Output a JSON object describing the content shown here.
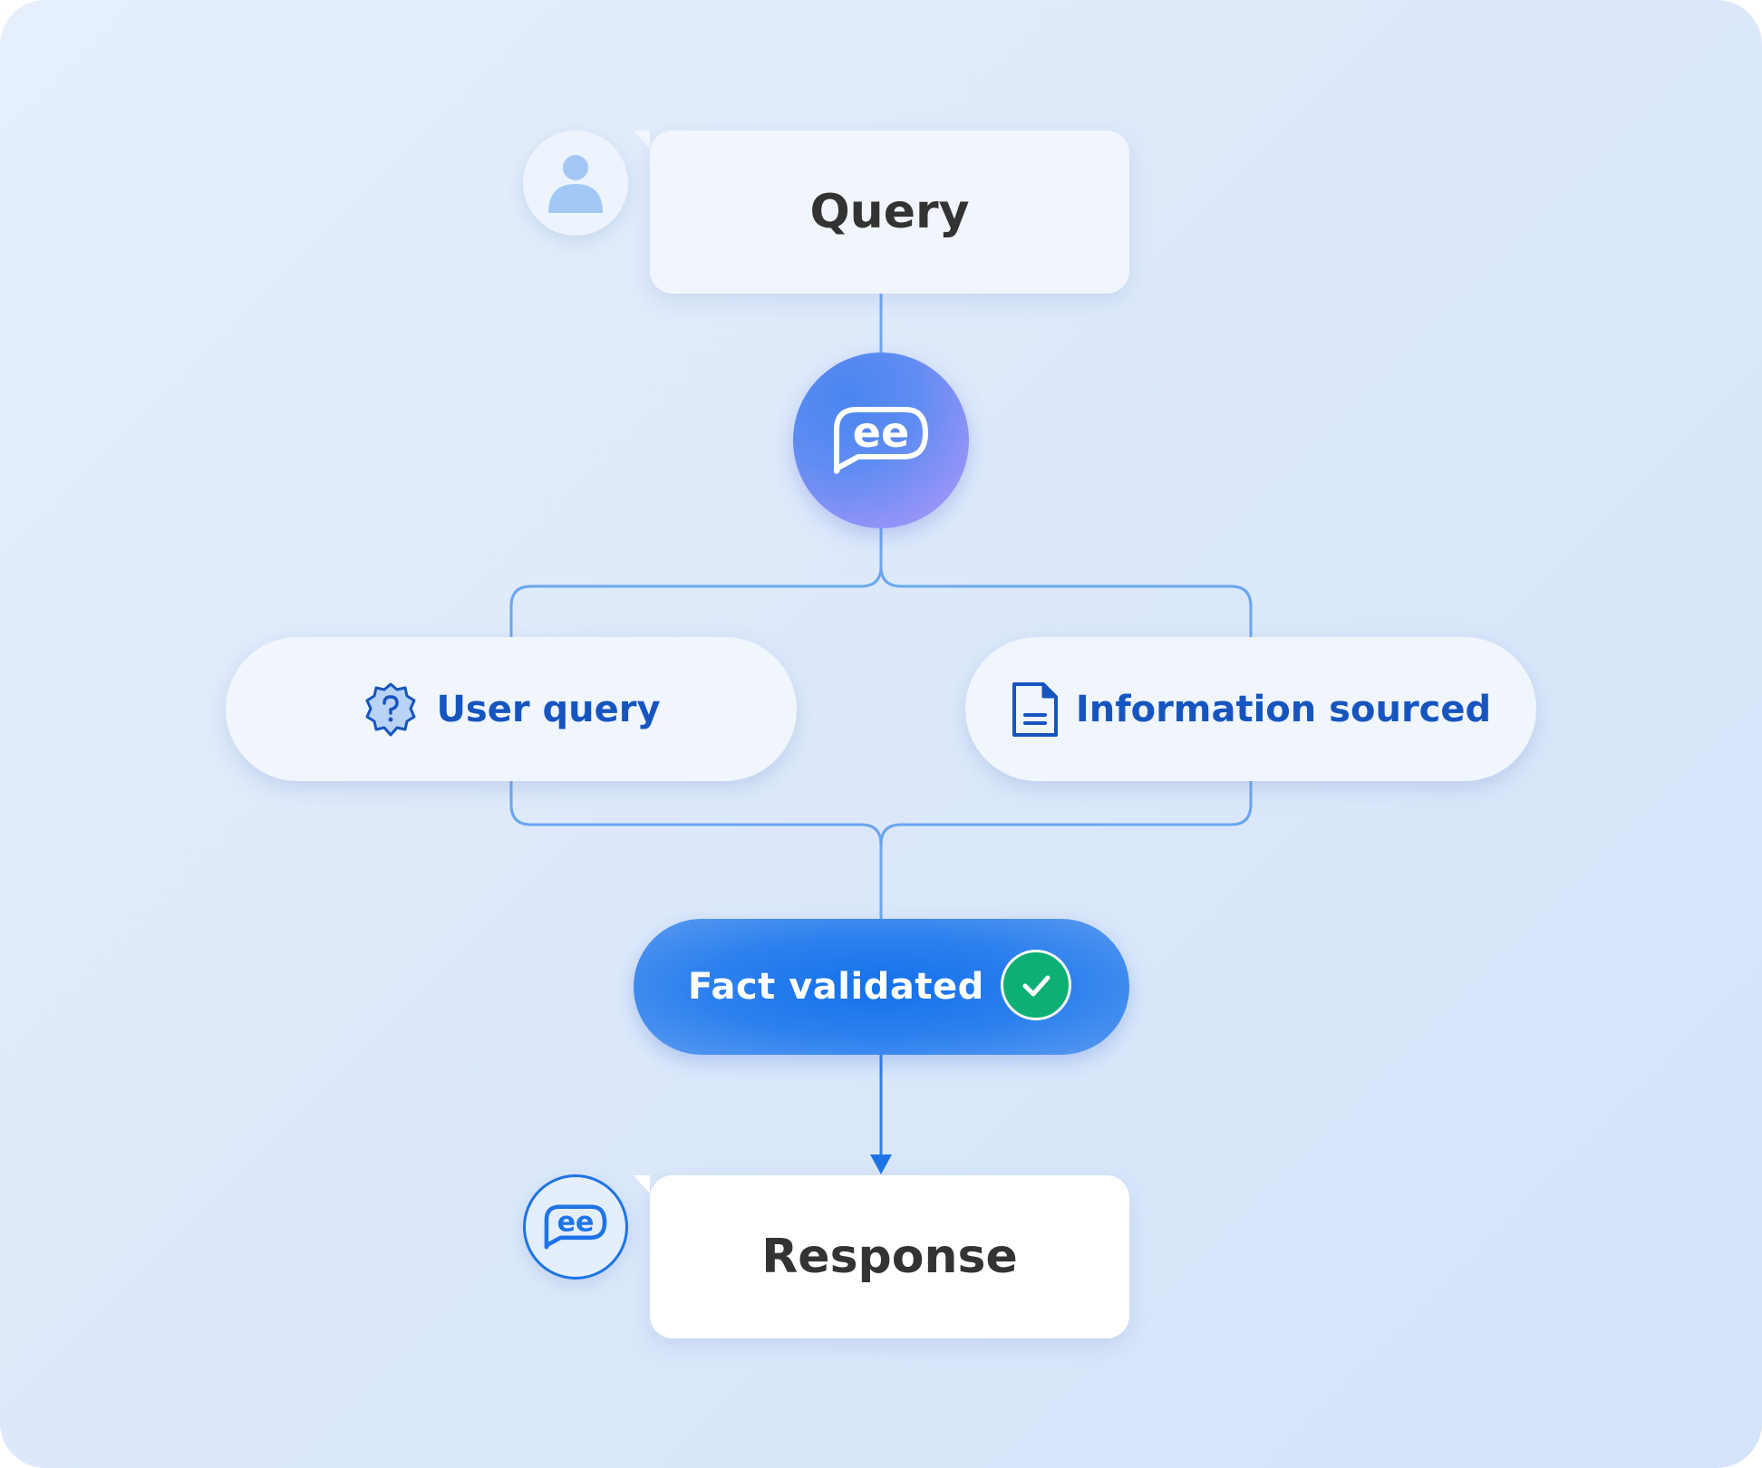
{
  "query": {
    "label": "Query",
    "icon": "user-icon"
  },
  "hub": {
    "icon": "ee-chat-logo-icon"
  },
  "branches": [
    {
      "label": "User query",
      "icon": "question-badge-icon"
    },
    {
      "label": "Information sourced",
      "icon": "document-icon"
    }
  ],
  "validation": {
    "label": "Fact validated",
    "icon": "check-icon",
    "check_color": "#0caf74"
  },
  "response": {
    "label": "Response",
    "icon": "ee-chat-logo-icon"
  },
  "colors": {
    "accent": "#1470ea",
    "line": "#6aa6f0",
    "text_blue": "#1655bf"
  }
}
